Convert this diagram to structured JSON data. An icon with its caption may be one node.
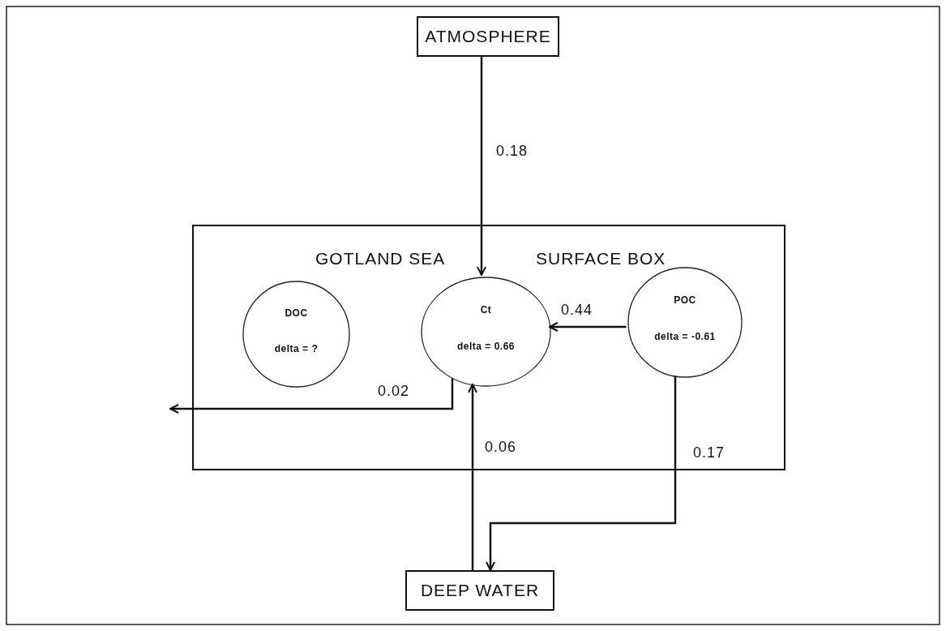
{
  "diagram": {
    "nodes": [
      {
        "text": [
          "ATMOSPHERE"
        ]
      },
      {
        "text": [
          "GOTLAND SEA",
          "SURFACE BOX"
        ]
      },
      {
        "text": [
          "DOC",
          "delta = ?"
        ],
        "in": 1
      },
      {
        "text": [
          "Ct",
          "delta = 0.66"
        ],
        "in": 1
      },
      {
        "text": [
          "POC",
          "delta = -0.61"
        ],
        "in": 1
      },
      {
        "text": [
          "DEEP WATER"
        ]
      }
    ],
    "edges": [
      {
        "from": 0,
        "to": 3,
        "arrow": "to",
        "label": "0.18"
      },
      {
        "from": 4,
        "to": 3,
        "arrow": "to",
        "label": "0.44"
      },
      {
        "from": 3,
        "to": null,
        "arrow": "to",
        "label": "0.02"
      },
      {
        "from": 5,
        "to": 3,
        "arrow": "to",
        "label": "0.06"
      },
      {
        "from": 4,
        "to": 5,
        "arrow": "to",
        "label": "0.17"
      }
    ]
  }
}
